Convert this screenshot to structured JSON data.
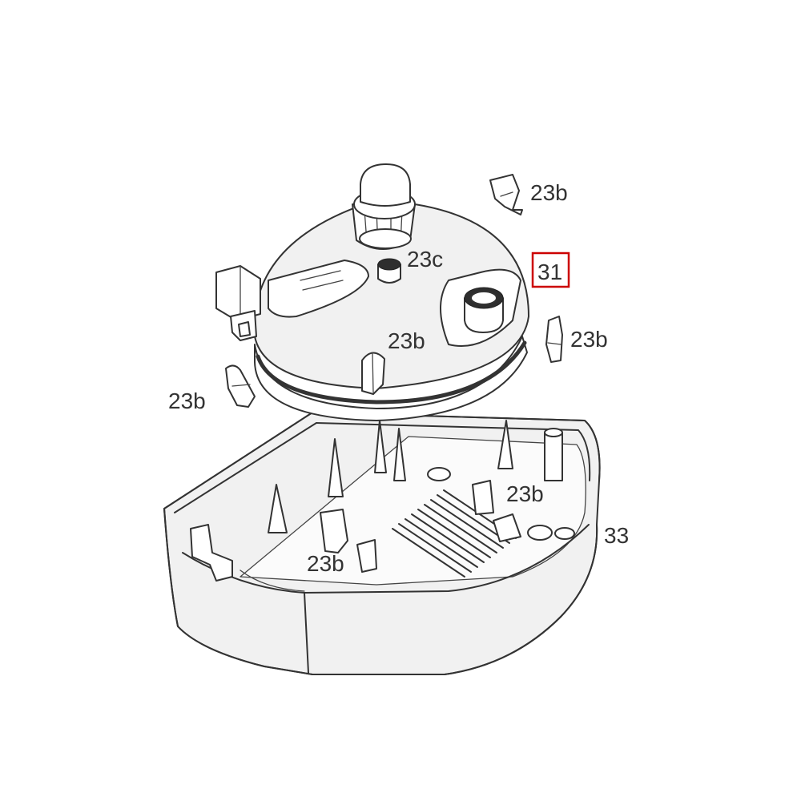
{
  "diagram": {
    "labels": {
      "l31": "31",
      "l33": "33",
      "l23c": "23c",
      "l23b_top": "23b",
      "l23b_right": "23b",
      "l23b_center": "23b",
      "l23b_left": "23b",
      "l23b_base_right": "23b",
      "l23b_base_left": "23b"
    },
    "highlight_color": "#cc0000",
    "highlighted_part": "31"
  }
}
